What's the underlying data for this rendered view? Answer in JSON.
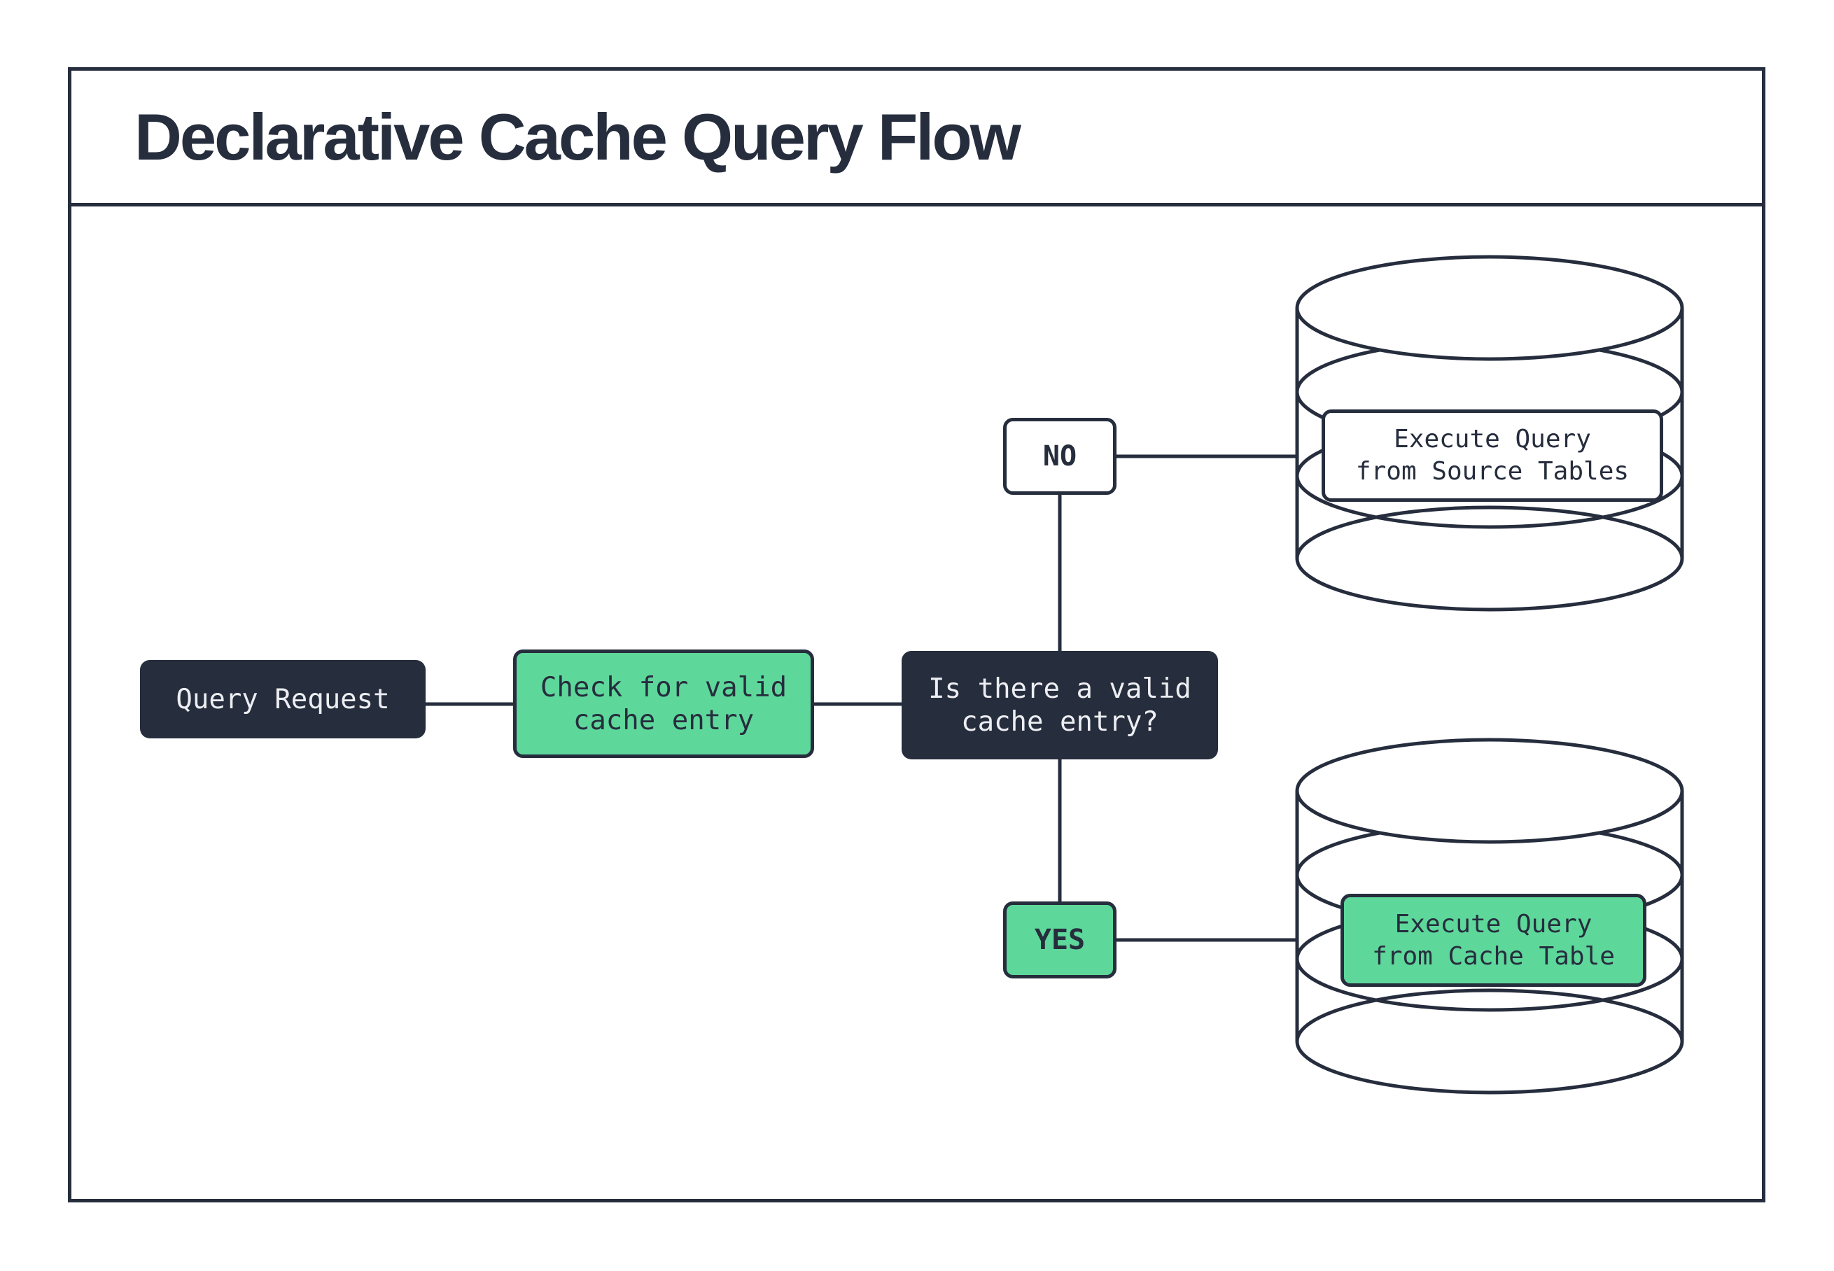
{
  "title": "Declarative Cache Query Flow",
  "colors": {
    "dark_navy": "#262d3d",
    "green": "#5ed79b",
    "background": "#ffffff",
    "light_text": "#eceef2"
  },
  "flow": {
    "query_request": "Query Request",
    "check_cache": "Check for valid\ncache entry",
    "decision": "Is there a valid\ncache entry?",
    "no_label": "NO",
    "yes_label": "YES",
    "source_db": "Execute Query\nfrom Source Tables",
    "cache_db": "Execute Query\nfrom Cache Table"
  }
}
